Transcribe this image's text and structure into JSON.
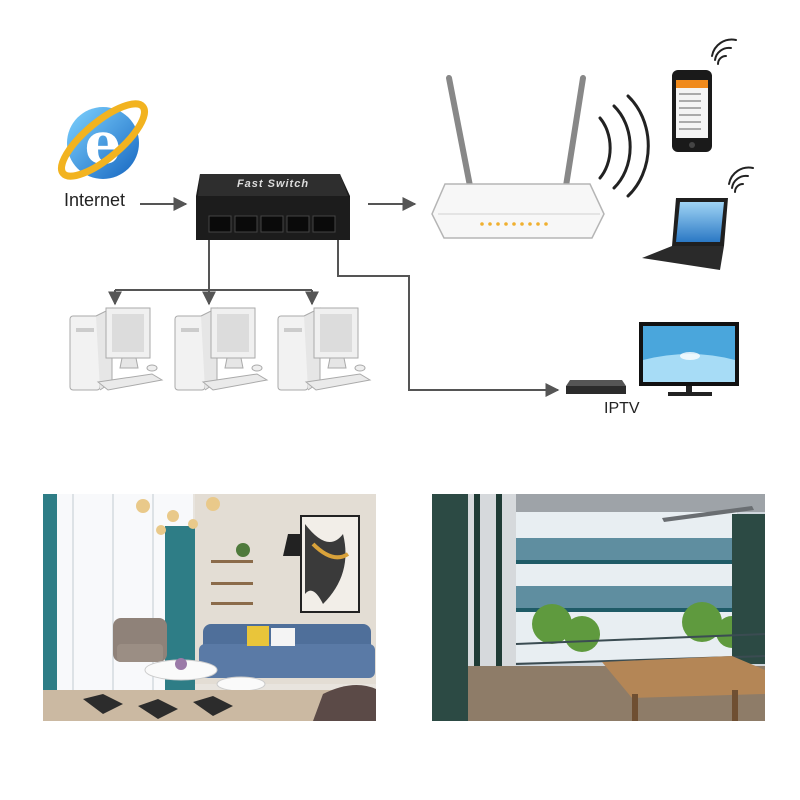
{
  "labels": {
    "internet": "Internet",
    "switch": "Fast Switch",
    "iptv": "IPTV"
  },
  "icons": {
    "internet": "internet-explorer-icon",
    "switch": "network-switch",
    "router": "wifi-router",
    "phone": "smartphone",
    "laptop": "laptop",
    "desktop": "desktop-computer",
    "settop": "iptv-set-top-box",
    "tv": "television"
  },
  "colors": {
    "ie_blue": "#1e88d8",
    "ie_ring": "#f2b320",
    "switch_body": "#1c1c1c",
    "router_led": "#f0b030",
    "arrow": "#555555"
  },
  "photos": [
    {
      "name": "living-room-photo"
    },
    {
      "name": "office-balcony-photo"
    }
  ]
}
